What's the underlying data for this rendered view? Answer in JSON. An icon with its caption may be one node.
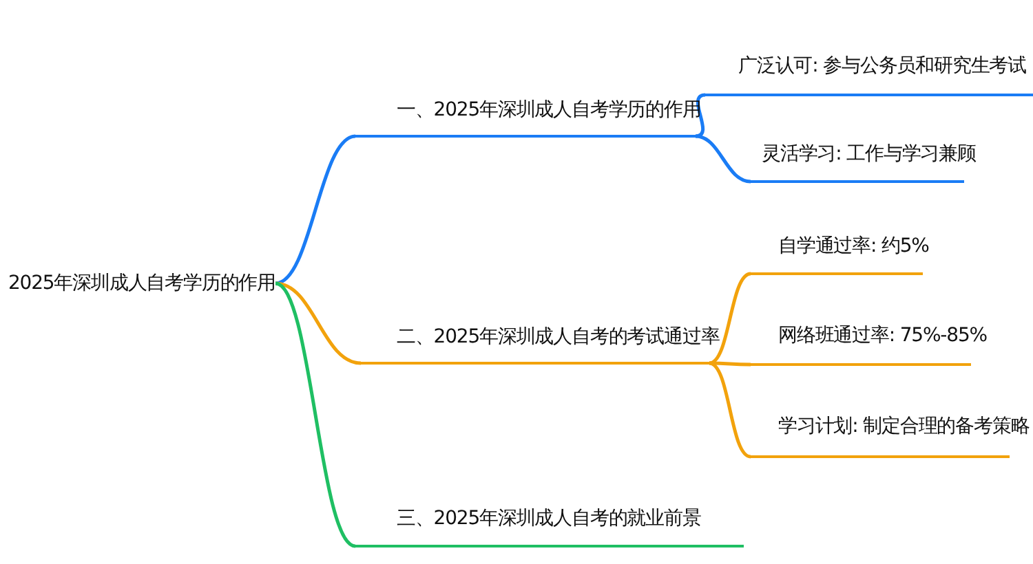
{
  "diagram": {
    "nodes": [
      {
        "text": [
          "2025年深圳成人自考学历的作用"
        ]
      },
      {
        "text": [
          "一、2025年深圳成人自考学历的作用"
        ]
      },
      {
        "text": [
          "二、2025年深圳成人自考的考试通过率"
        ]
      },
      {
        "text": [
          "三、2025年深圳成人自考的就业前景"
        ]
      },
      {
        "text": [
          "广泛认可: 参与公务员和研究生考试"
        ]
      },
      {
        "text": [
          "灵活学习: 工作与学习兼顾"
        ]
      },
      {
        "text": [
          "自学通过率: 约5%"
        ]
      },
      {
        "text": [
          "网络班通过率: 75%-85%"
        ]
      },
      {
        "text": [
          "学习计划: 制定合理的备考策略"
        ]
      }
    ],
    "edges": [
      {
        "from": 0,
        "to": 1,
        "arrow": "none",
        "color": "#1a7cf5"
      },
      {
        "from": 0,
        "to": 2,
        "arrow": "none",
        "color": "#f2a20c"
      },
      {
        "from": 0,
        "to": 3,
        "arrow": "none",
        "color": "#1fbf63"
      },
      {
        "from": 1,
        "to": 4,
        "arrow": "none",
        "color": "#1a7cf5"
      },
      {
        "from": 1,
        "to": 5,
        "arrow": "none",
        "color": "#1a7cf5"
      },
      {
        "from": 2,
        "to": 6,
        "arrow": "none",
        "color": "#f2a20c"
      },
      {
        "from": 2,
        "to": 7,
        "arrow": "none",
        "color": "#f2a20c"
      },
      {
        "from": 2,
        "to": 8,
        "arrow": "none",
        "color": "#f2a20c"
      }
    ]
  }
}
